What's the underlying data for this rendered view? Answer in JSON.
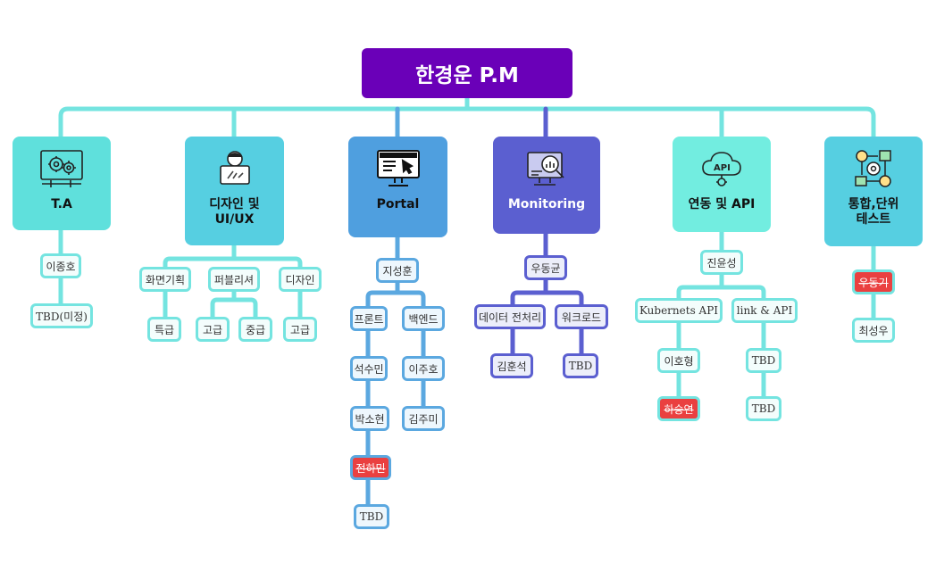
{
  "root": {
    "label": "한경운 P.M"
  },
  "branches": {
    "ta": {
      "label": "T.A",
      "icon": "gears-blueprint-icon",
      "color": "#5fe0dc"
    },
    "design": {
      "label": "디자인 및\nUI/UX",
      "icon": "designer-laptop-icon",
      "color": "#56cfe1"
    },
    "portal": {
      "label": "Portal",
      "icon": "monitor-cursor-icon",
      "color": "#4f9fdf"
    },
    "monitoring": {
      "label": "Monitoring",
      "icon": "monitor-magnifier-icon",
      "color": "#5b5fd0"
    },
    "api": {
      "label": "연동 및 API",
      "icon": "api-cloud-gear-icon",
      "color": "#72ede0"
    },
    "test": {
      "label": "통합,단위\n테스트",
      "icon": "integration-flow-icon",
      "color": "#56cfe1"
    }
  },
  "nodes": {
    "ta_lee": "이종호",
    "ta_tbd": "TBD(미정)",
    "d_plan": "화면기획",
    "d_pub": "퍼블리셔",
    "d_design": "디자인",
    "d_plan_grade": "특급",
    "d_pub_high": "고급",
    "d_pub_mid": "중급",
    "d_design_grade": "고급",
    "p_ji": "지성훈",
    "p_front": "프론트",
    "p_back": "백엔드",
    "p_seok": "석수민",
    "p_park": "박소현",
    "p_jeon": "전하민",
    "p_tbd": "TBD",
    "p_leeju": "이주호",
    "p_kimju": "김주미",
    "m_woo": "우동균",
    "m_data": "데이터 전처리",
    "m_work": "워크로드",
    "m_kim": "김훈석",
    "m_tbd": "TBD",
    "a_jin": "진윤성",
    "a_kube": "Kubernets API",
    "a_link": "link & API",
    "a_leeho": "이호형",
    "a_ha": "하승연",
    "a_tbd1": "TBD",
    "a_tbd2": "TBD",
    "t_woo": "우동기",
    "t_choi": "최성우"
  },
  "colors": {
    "root": "#6a00b8",
    "line_teal": "#74e4e0",
    "line_blue": "#5ba8e0",
    "line_indigo": "#5b5fd0",
    "strike_red": "#ea4040"
  }
}
